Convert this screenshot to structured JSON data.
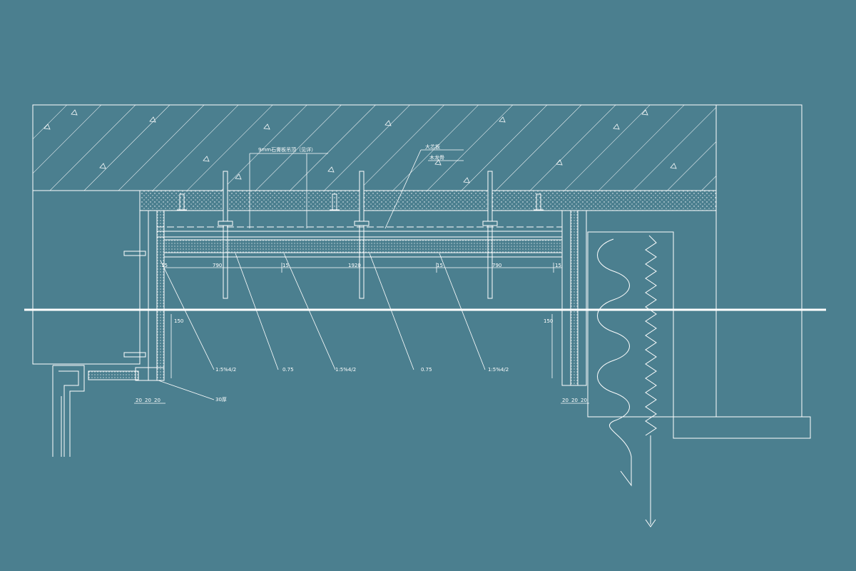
{
  "colors": {
    "background": "#4b7f8f",
    "line": "#ffffff"
  },
  "dimensions": {
    "d1": "790",
    "d2": "1920",
    "d3": "790",
    "small": "15",
    "side": "150",
    "d20": "20"
  },
  "annotations": {
    "top_left": "9mm石膏板吊顶（见详）",
    "top_right": "大芯板",
    "top_right2": "木龙骨",
    "label_a": "1:5%4/2",
    "label_b": "0.75",
    "label_c": "1:5%4/2",
    "label_d": "0.75",
    "label_e": "1:5%4/2",
    "label_f": "30厚"
  }
}
